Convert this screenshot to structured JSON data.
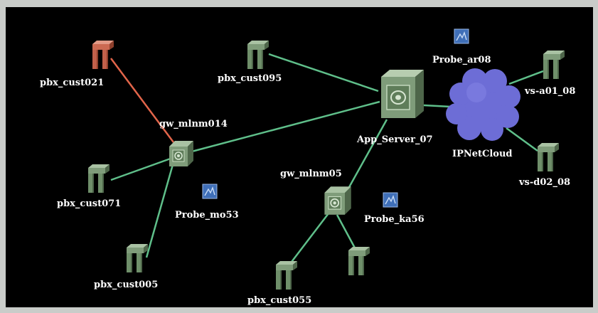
{
  "colors": {
    "background": "#000000",
    "link": "#5fbf8a",
    "link_alarm": "#e2654a",
    "device": "#6f8f6f",
    "device_alarm": "#c8644a",
    "probe": "#3f6fb8",
    "cloud": "#6d6dd6"
  },
  "nodes": {
    "pbx_cust021": {
      "label": "pbx_cust021",
      "icon": "pbx-icon",
      "status": "alarm"
    },
    "pbx_cust095": {
      "label": "pbx_cust095",
      "icon": "pbx-icon"
    },
    "gw_mlnm014": {
      "label": "gw_mlnm014",
      "icon": "gateway-icon"
    },
    "pbx_cust071": {
      "label": "pbx_cust071",
      "icon": "pbx-icon"
    },
    "probe_mo53": {
      "label": "Probe_mo53",
      "icon": "probe-icon"
    },
    "pbx_cust005": {
      "label": "pbx_cust005",
      "icon": "pbx-icon"
    },
    "app_server_07": {
      "label": "App_Server_07",
      "icon": "server-icon"
    },
    "probe_ar08": {
      "label": "Probe_ar08",
      "icon": "probe-icon"
    },
    "ipnetcloud": {
      "label": "IPNetCloud",
      "icon": "cloud-icon"
    },
    "vs_a01_08": {
      "label": "vs-a01_08",
      "icon": "pbx-icon"
    },
    "vs_d02_08": {
      "label": "vs-d02_08",
      "icon": "pbx-icon"
    },
    "gw_mlnm05": {
      "label": "gw_mlnm05",
      "icon": "gateway-icon"
    },
    "probe_ka56": {
      "label": "Probe_ka56",
      "icon": "probe-icon"
    },
    "pbx_cust055": {
      "label": "pbx_cust055",
      "icon": "pbx-icon"
    },
    "pbx_unlabeled": {
      "label": "",
      "icon": "pbx-icon"
    }
  },
  "links": [
    {
      "from": "pbx_cust021",
      "to": "gw_mlnm014",
      "status": "alarm"
    },
    {
      "from": "pbx_cust095",
      "to": "app_server_07"
    },
    {
      "from": "gw_mlnm014",
      "to": "app_server_07"
    },
    {
      "from": "gw_mlnm014",
      "to": "pbx_cust071"
    },
    {
      "from": "gw_mlnm014",
      "to": "pbx_cust005"
    },
    {
      "from": "app_server_07",
      "to": "ipnetcloud"
    },
    {
      "from": "app_server_07",
      "to": "gw_mlnm05"
    },
    {
      "from": "ipnetcloud",
      "to": "vs_a01_08"
    },
    {
      "from": "ipnetcloud",
      "to": "vs_d02_08"
    },
    {
      "from": "gw_mlnm05",
      "to": "pbx_cust055"
    },
    {
      "from": "gw_mlnm05",
      "to": "pbx_unlabeled"
    }
  ]
}
